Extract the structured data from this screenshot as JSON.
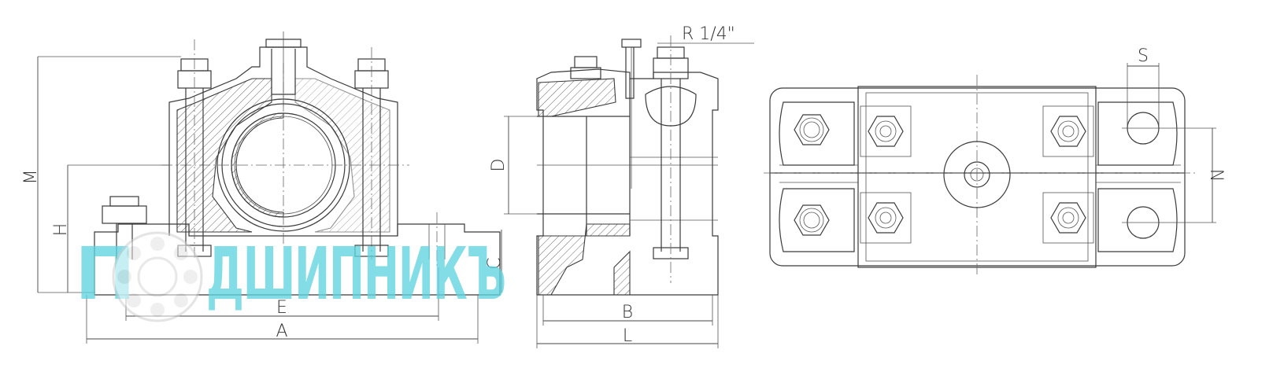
{
  "dimensions": {
    "A": "A",
    "E": "E",
    "H": "H",
    "M": "M",
    "C": "C",
    "D": "D",
    "B": "B",
    "L": "L",
    "thread": "R 1/4\"",
    "S": "S",
    "N": "N"
  },
  "watermark": {
    "text_left": "П",
    "text_right": "ДШИПНИКЪ",
    "color": "#5fd3df"
  },
  "colors": {
    "line": "#3a3a3a",
    "watermark": "#5fd3df"
  }
}
